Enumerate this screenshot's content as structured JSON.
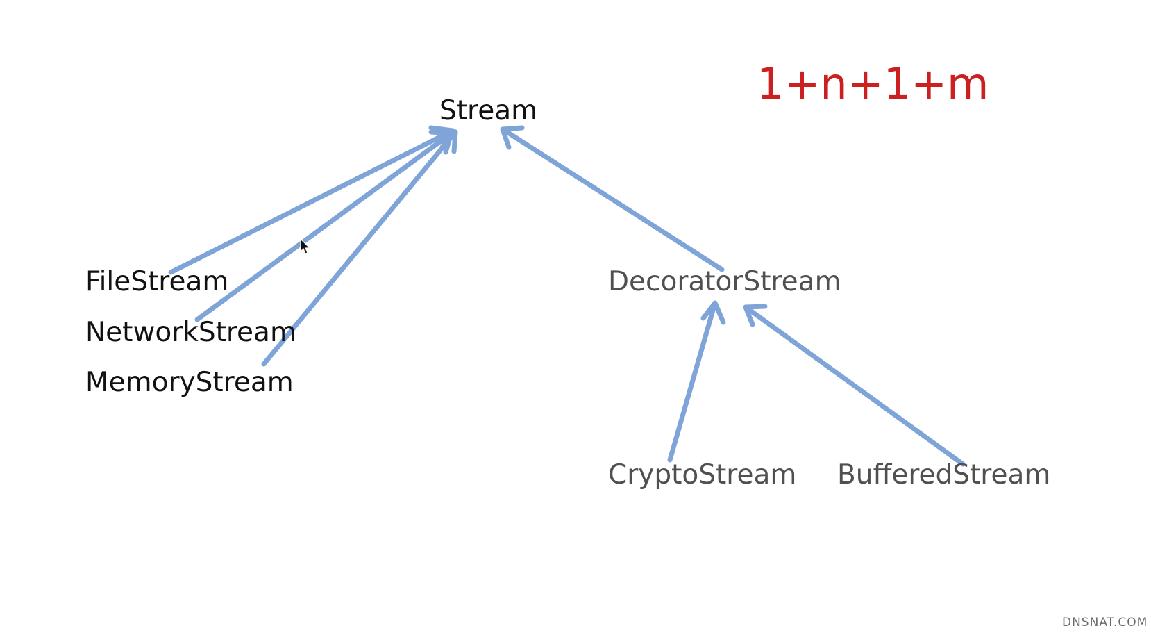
{
  "nodes": {
    "stream": "Stream",
    "file_stream": "FileStream",
    "network_stream": "NetworkStream",
    "memory_stream": "MemoryStream",
    "decorator_stream": "DecoratorStream",
    "crypto_stream": "CryptoStream",
    "buffered_stream": "BufferedStream"
  },
  "formula": "1+n+1+m",
  "watermark": "DNSNAT.COM",
  "colors": {
    "arrow": "#7fa4d8",
    "formula": "#cc1f1f",
    "text_dark": "#111111",
    "text_grey": "#505050"
  }
}
